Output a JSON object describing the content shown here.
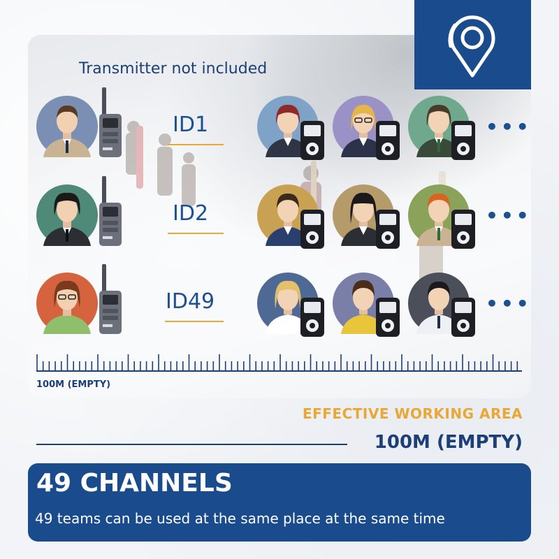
{
  "transmitter_note": "Transmitter not included",
  "rows": [
    {
      "id_label": "ID1"
    },
    {
      "id_label": "ID2"
    },
    {
      "id_label": "ID49"
    }
  ],
  "more_indicator": "•••",
  "ruler_label": "100M (EMPTY)",
  "working_area": {
    "title": "EFFECTIVE WORKING AREA",
    "value": "100M (EMPTY)"
  },
  "channels": {
    "title": "49 CHANNELS",
    "description": "49 teams can be used at the same place at the same time"
  },
  "colors": {
    "brand_blue": "#1a4b8c",
    "accent_orange": "#e8a835",
    "text_blue": "#1d4f93"
  },
  "icons": {
    "location": "location-pin-icon"
  }
}
